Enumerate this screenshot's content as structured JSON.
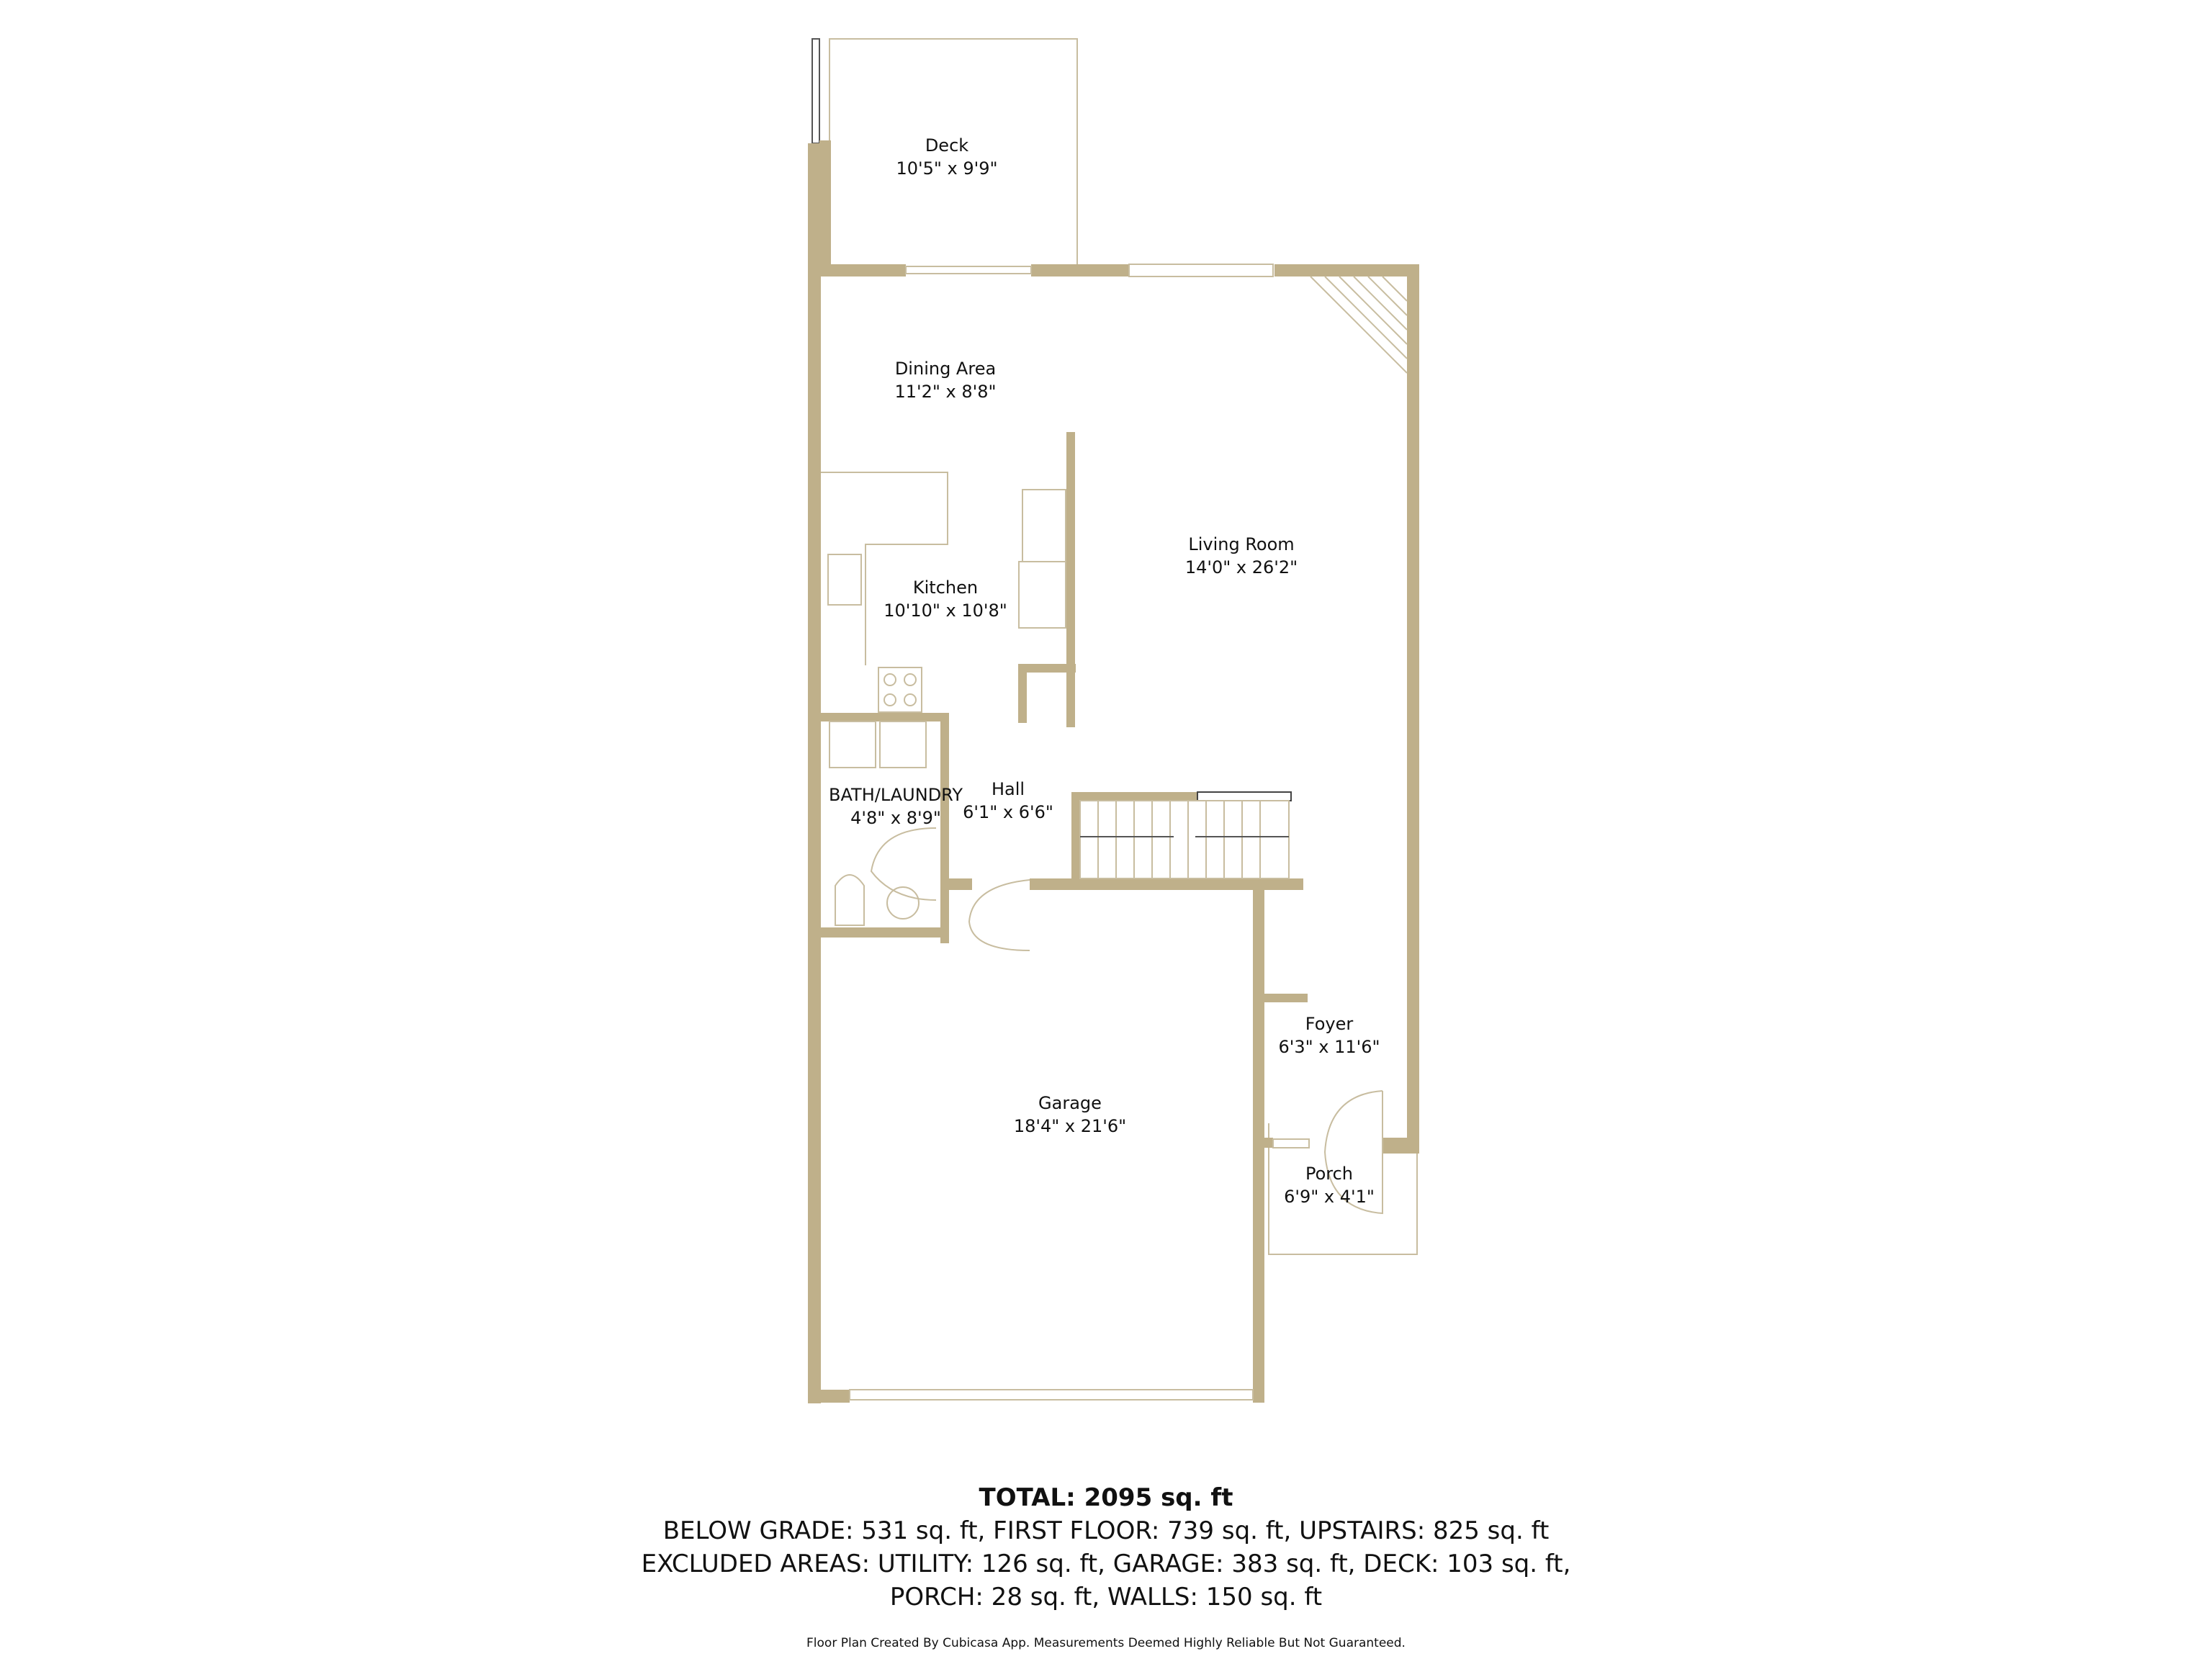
{
  "colors": {
    "wall": "#bfb08a",
    "fixture_line": "#c8bda0",
    "text": "#111111",
    "background": "#ffffff"
  },
  "rooms": [
    {
      "name": "Deck",
      "dims": "10'5\" x 9'9\""
    },
    {
      "name": "Dining Area",
      "dims": "11'2\" x 8'8\""
    },
    {
      "name": "Living Room",
      "dims": "14'0\" x 26'2\""
    },
    {
      "name": "Kitchen",
      "dims": "10'10\" x 10'8\""
    },
    {
      "name": "BATH/LAUNDRY",
      "dims": "4'8\" x 8'9\""
    },
    {
      "name": "Hall",
      "dims": "6'1\" x 6'6\""
    },
    {
      "name": "Foyer",
      "dims": "6'3\" x 11'6\""
    },
    {
      "name": "Garage",
      "dims": "18'4\" x 21'6\""
    },
    {
      "name": "Porch",
      "dims": "6'9\" x 4'1\""
    }
  ],
  "summary": {
    "total": "TOTAL: 2095 sq. ft",
    "line1": "BELOW GRADE: 531 sq. ft, FIRST FLOOR: 739 sq. ft, UPSTAIRS: 825 sq. ft",
    "line2": "EXCLUDED AREAS: UTILITY: 126 sq. ft, GARAGE: 383 sq. ft, DECK: 103 sq. ft,",
    "line3": "PORCH: 28 sq. ft, WALLS: 150 sq. ft",
    "credit": "Floor Plan Created By Cubicasa App. Measurements Deemed Highly Reliable But Not Guaranteed."
  }
}
